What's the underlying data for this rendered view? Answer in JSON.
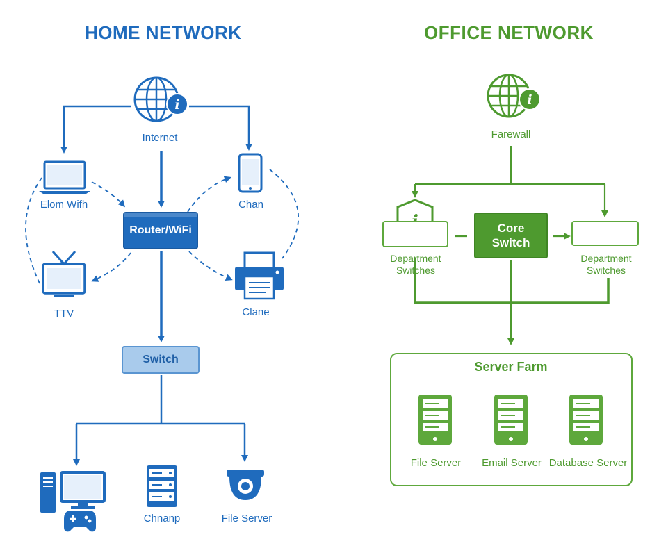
{
  "home": {
    "title": "HOME NETWORK",
    "internet_label": "Internet",
    "router_label": "Router/WiFi",
    "switch_label": "Switch",
    "laptop_label": "Elom Wifh",
    "phone_label": "Chan",
    "tv_label": "TTV",
    "printer_label": "Clane",
    "server_rack_label": "Chnanp",
    "camera_label": "File Server"
  },
  "office": {
    "title": "OFFICE NETWORK",
    "firewall_label": "Farewall",
    "core_switch_label_1": "Core",
    "core_switch_label_2": "Switch",
    "dept_left_label_1": "Department",
    "dept_left_label_2": "Switches",
    "dept_right_label_1": "Department",
    "dept_right_label_2": "Switches",
    "server_farm_label": "Server Farm",
    "file_server_label": "File Server",
    "email_server_label": "Email Server",
    "database_server_label": "Database Server"
  },
  "colors": {
    "home_blue": "#1f6bbd",
    "office_green": "#4e9a2f"
  }
}
